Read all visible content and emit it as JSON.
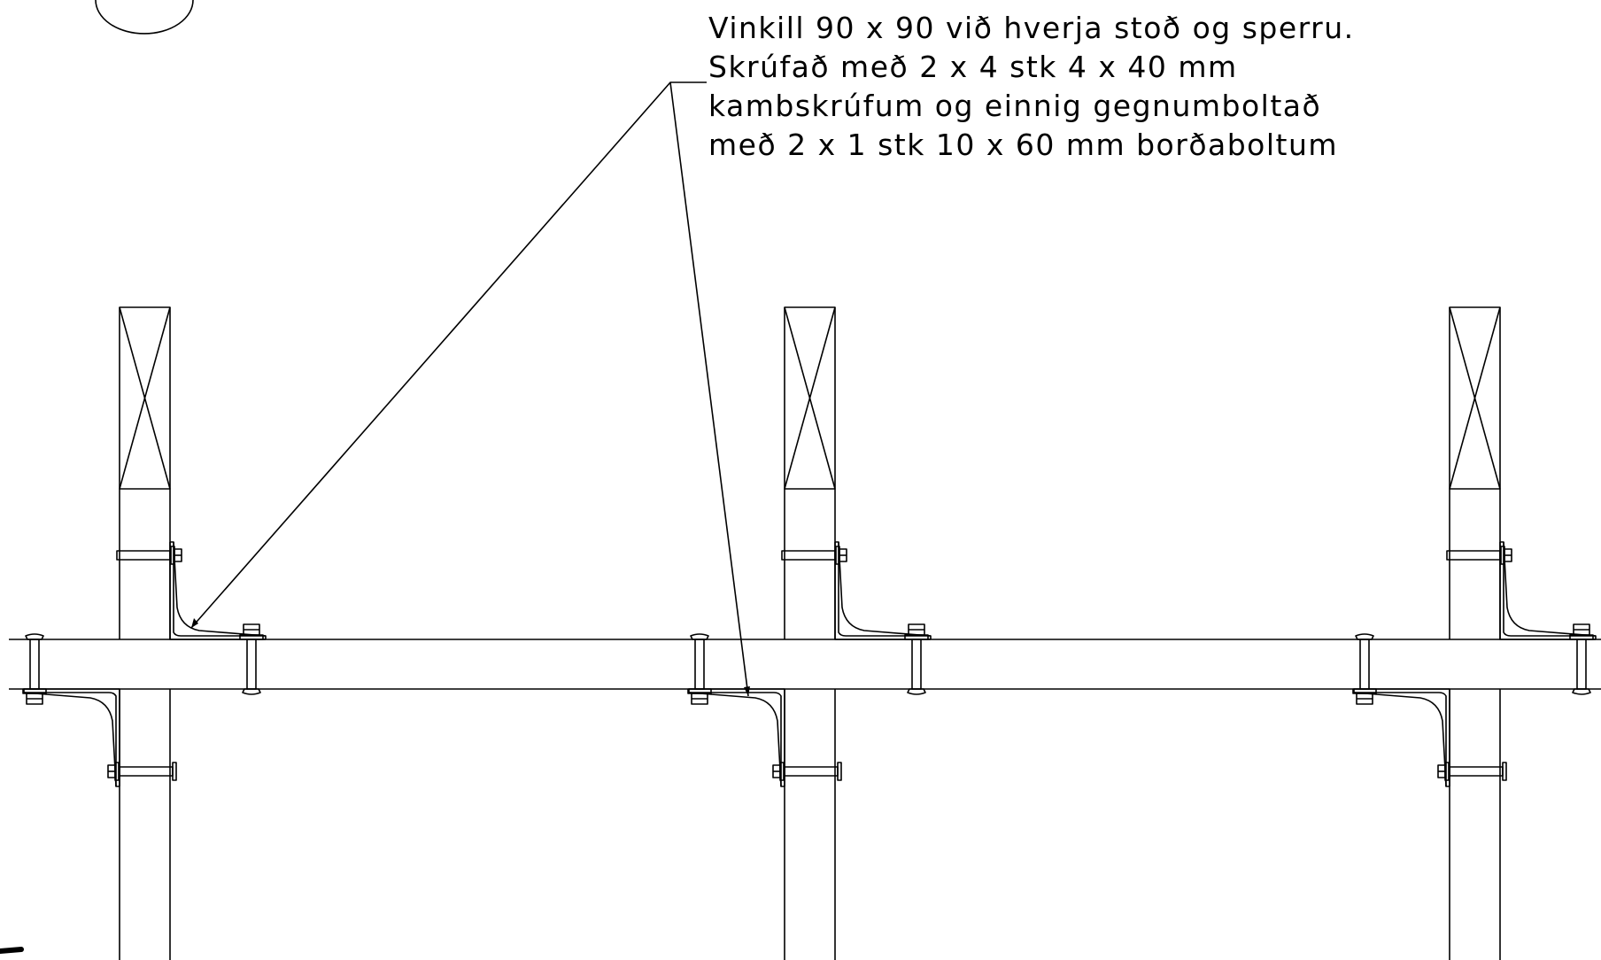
{
  "annotation": {
    "lines": [
      "Vinkill 90 x 90 við hverja stoð og sperru.",
      "Skrúfað með 2 x 4 stk 4 x 40 mm",
      "kambskrúfum og einnig gegnumboltað",
      "með 2 x 1 stk 10 x 60 mm borðaboltum"
    ]
  },
  "colors": {
    "line": "#000000",
    "background": "#ffffff"
  }
}
